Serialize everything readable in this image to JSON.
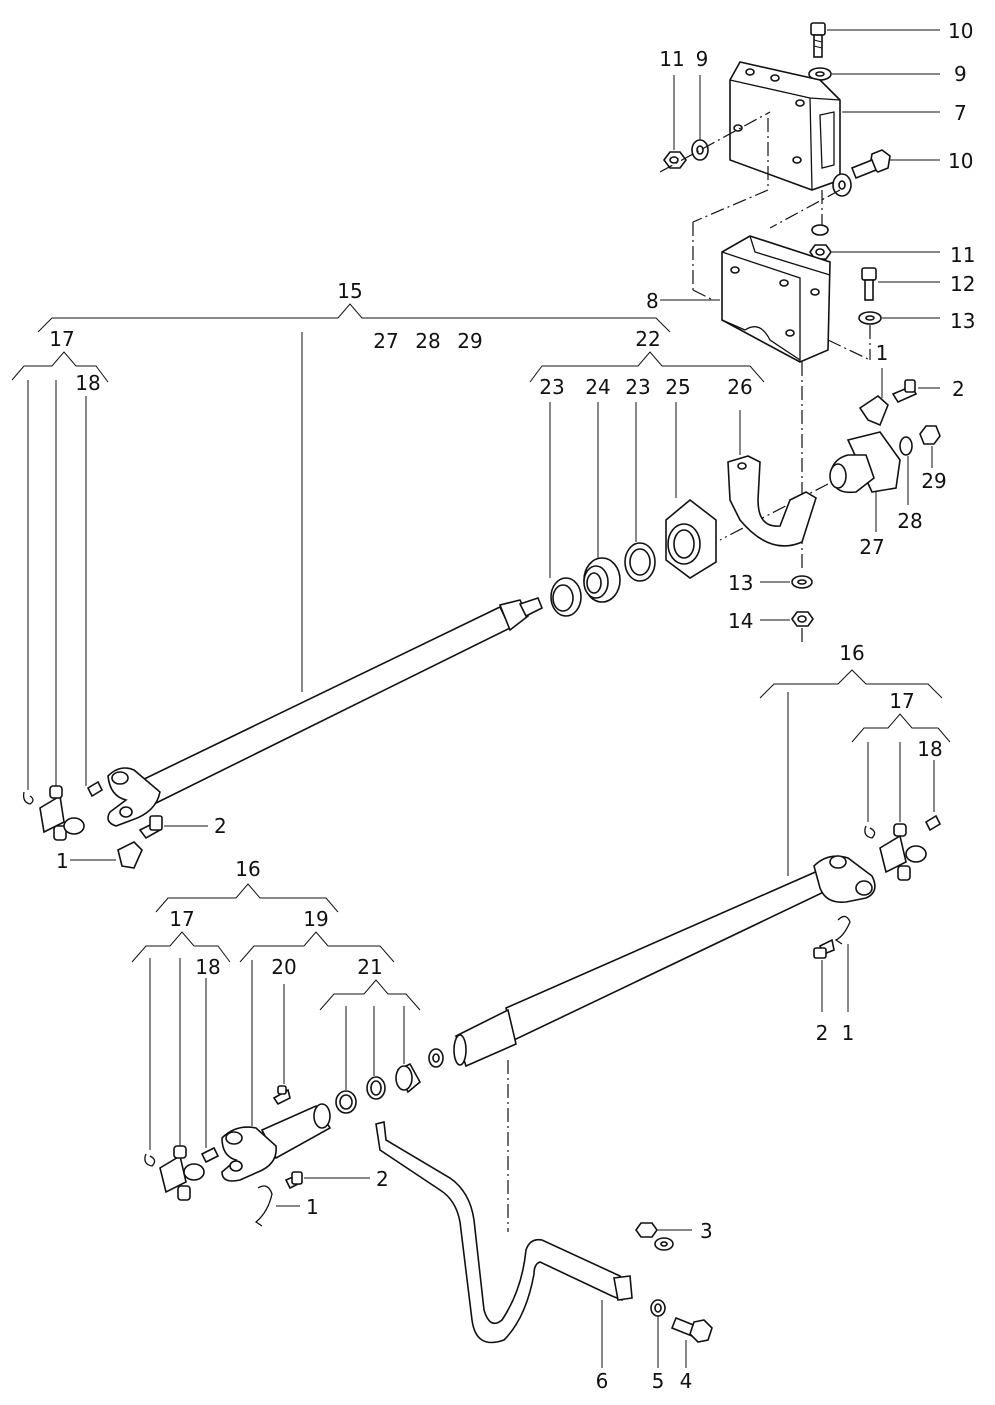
{
  "diagram": {
    "labels": {
      "l15": "15",
      "l27a": "27",
      "l28a": "28",
      "l29a": "29",
      "l22": "22",
      "l23a": "23",
      "l24": "24",
      "l23b": "23",
      "l25": "25",
      "l26": "26",
      "l17a": "17",
      "l18a": "18",
      "l10a": "10",
      "l11a": "11",
      "l9a": "9",
      "l9b": "9",
      "l7": "7",
      "l10b": "10",
      "l11b": "11",
      "l12": "12",
      "l8": "8",
      "l13a": "13",
      "l1a": "1",
      "l2a": "2",
      "l29b": "29",
      "l28b": "28",
      "l27b": "27",
      "l13b": "13",
      "l14": "14",
      "l16a": "16",
      "l17b": "17",
      "l18b": "18",
      "l2b": "2",
      "l1b": "1",
      "l2c": "2",
      "l1c": "1",
      "l16b": "16",
      "l17c": "17",
      "l19": "19",
      "l18c": "18",
      "l20": "20",
      "l21": "21",
      "l2d": "2",
      "l1d": "1",
      "l3": "3",
      "l6": "6",
      "l5": "5",
      "l4": "4"
    }
  }
}
